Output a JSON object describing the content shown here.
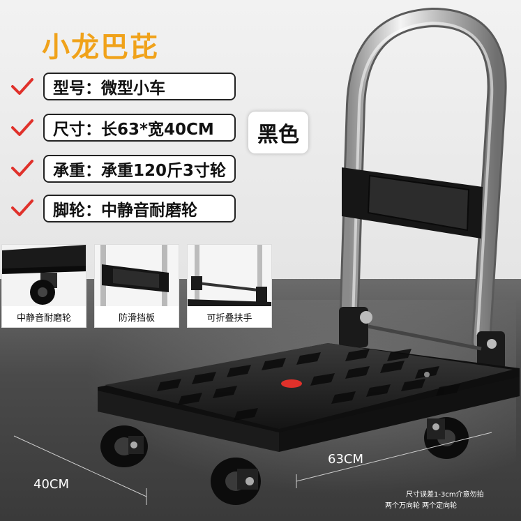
{
  "title": "小龙巴芘",
  "features": [
    {
      "label": "型号：微型小车"
    },
    {
      "label": "尺寸：长63*宽40CM"
    },
    {
      "label": "承重：承重120斤3寸轮"
    },
    {
      "label": "脚轮：中静音耐磨轮"
    }
  ],
  "color_label": "黑色",
  "thumbnails": [
    {
      "label": "中静音耐磨轮"
    },
    {
      "label": "防滑挡板"
    },
    {
      "label": "可折叠扶手"
    }
  ],
  "dimensions": {
    "length": "63CM",
    "width": "40CM"
  },
  "notes": {
    "tolerance": "尺寸误差1-3cm介意勿拍",
    "wheels": "两个万向轮  两个定向轮"
  },
  "colors": {
    "title": "#f0a21a",
    "check": "#e0312b",
    "center_dot": "#e0312b"
  },
  "icons": [
    "check-icon",
    "handle-icon",
    "wheel-icon"
  ]
}
